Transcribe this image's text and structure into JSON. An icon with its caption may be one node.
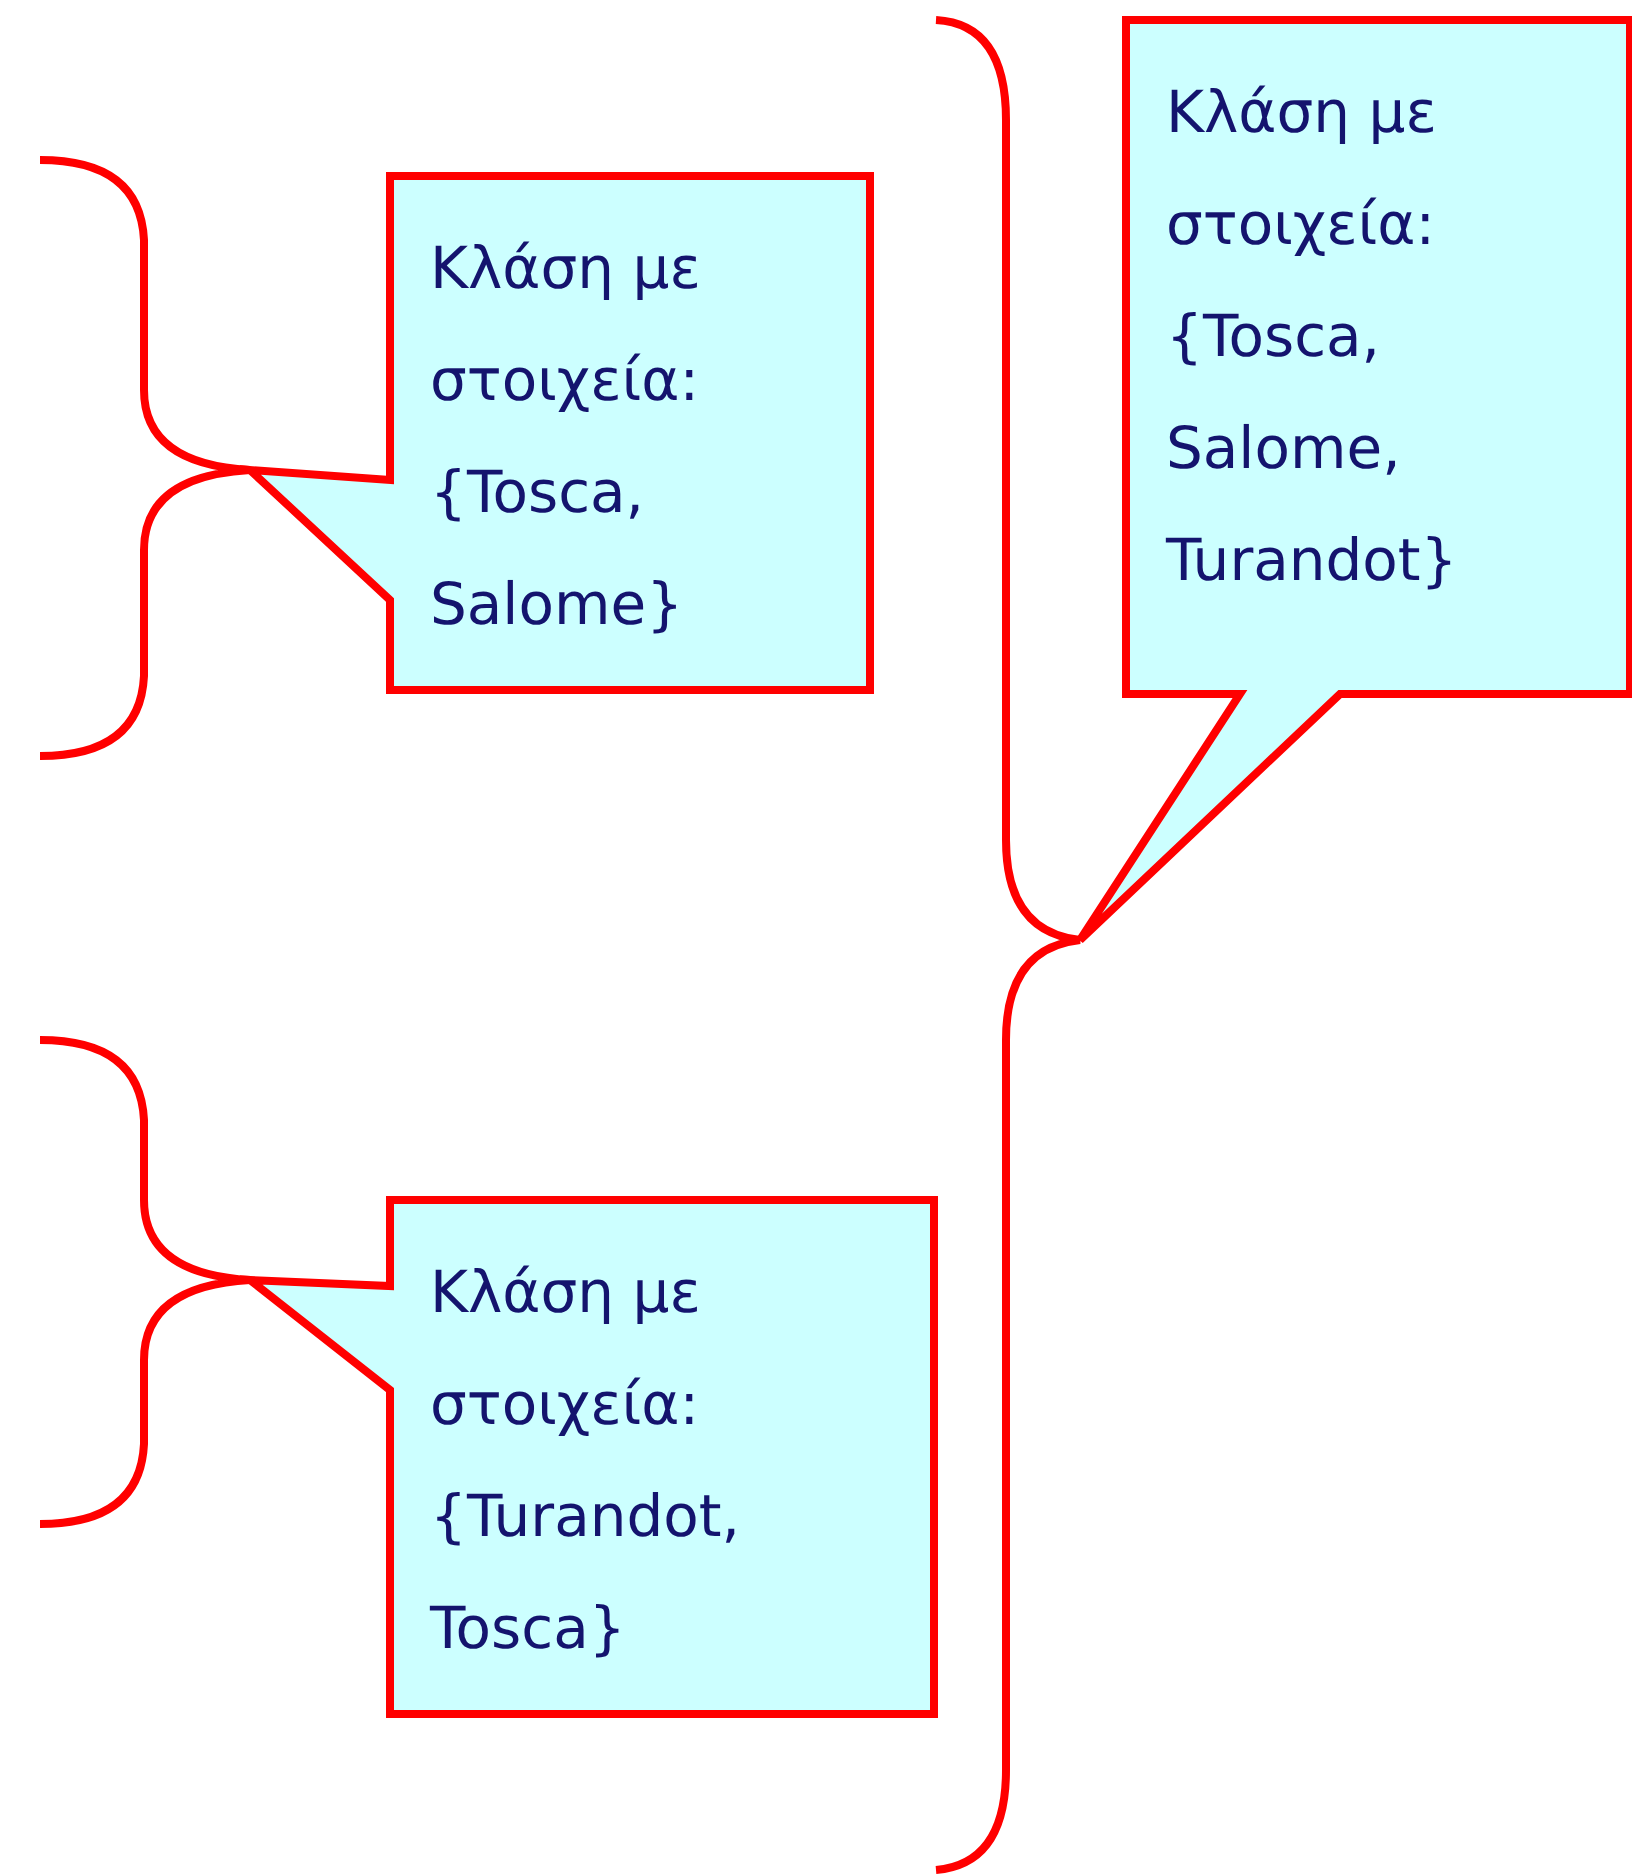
{
  "diagram": {
    "nodes": [
      {
        "text": [
          "Κλάση με στοιχεία:",
          "{Tosca, Salome}"
        ]
      },
      {
        "text": [
          "Κλάση με στοιχεία:",
          "{Turandot, Tosca}"
        ]
      },
      {
        "text": [
          "Κλάση με στοιχεία:",
          "{Tosca, Salome, Turandot}"
        ]
      }
    ]
  }
}
